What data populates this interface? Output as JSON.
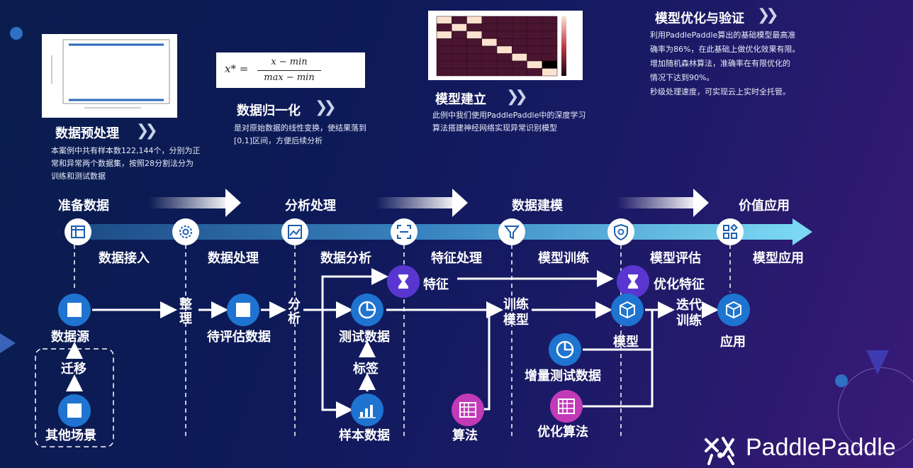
{
  "sections": [
    {
      "title": "数据预处理",
      "desc": [
        "本案例中共有样本数122,144个，分别为正",
        "常和异常两个数据集，按照28分割法分为",
        "训练和测试数据"
      ]
    },
    {
      "title": "数据归一化",
      "desc": [
        "是对原始数据的线性变换，使结果落到",
        "[0,1]区间，方便后续分析"
      ]
    },
    {
      "title": "模型建立",
      "desc": [
        "此例中我们使用PaddlePaddle中的深度学习",
        "算法搭建神经网络实现异常识别模型"
      ]
    },
    {
      "title": "模型优化与验证",
      "desc": [
        "利用PaddlePaddle算出的基础模型最高准",
        "确率为86%，在此基础上做优化效果有限。",
        "增加随机森林算法，准确率在有限优化的",
        "情况下达到90%。",
        "秒级处理速度，可实现云上实时全托管。"
      ]
    }
  ],
  "formula": {
    "lhs": "x* =",
    "num": "x − min",
    "den": "max − min"
  },
  "phases": [
    "准备数据",
    "分析处理",
    "数据建模",
    "价值应用"
  ],
  "steps": [
    "数据接入",
    "数据处理",
    "数据分析",
    "特征处理",
    "模型训练",
    "模型评估",
    "模型应用"
  ],
  "step_icons": [
    "table-edit-icon",
    "gear-icon",
    "chart-window-icon",
    "scan-icon",
    "funnel-icon",
    "shield-search-icon",
    "apps-icon"
  ],
  "nodes": {
    "data_source": "数据源",
    "migrate": "迁移",
    "other_scenes": "其他场景",
    "organize": "整理",
    "pending_data": "待评估数据",
    "analyze": "分析",
    "test_data": "测试数据",
    "label": "标签",
    "sample_data": "样本数据",
    "feature": "特征",
    "algorithm": "算法",
    "train_model": "训练模型",
    "incremental_test": "增量测试数据",
    "optimize_algo": "优化算法",
    "optimize_feature": "优化特征",
    "model": "模型",
    "iterative_train": "迭代训练",
    "application": "应用"
  },
  "brand": "PaddlePaddle",
  "colors": {
    "node_blue": "#1e74d0",
    "node_purple": "#7a3fd6",
    "node_magenta": "#c23ab8",
    "bar_start": "#1e4f8c",
    "bar_end": "#6fd6f2"
  }
}
